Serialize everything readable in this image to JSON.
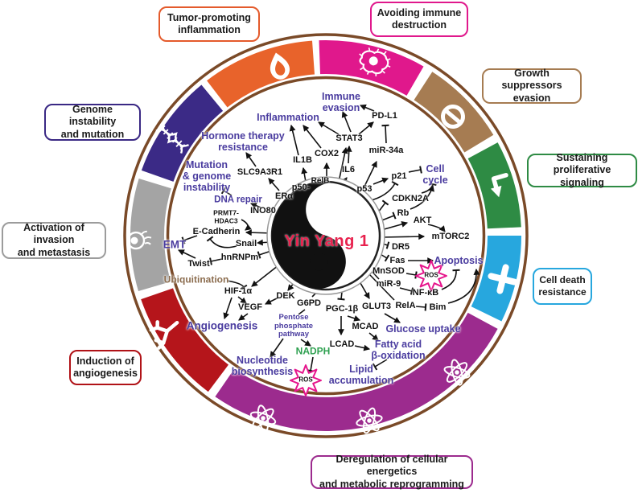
{
  "center": {
    "label": "Yin Yang 1",
    "color": "#E8224E"
  },
  "ros": {
    "label": "ROS",
    "color": "#E6158C"
  },
  "ring": {
    "outline_color": "#7A4A28",
    "segments": [
      {
        "id": "avoiding-immune-destruction",
        "color": "#E0188C",
        "start": -2,
        "end": 30,
        "icon": "amoeba-cell"
      },
      {
        "id": "growth-suppressors-evasion",
        "color": "#A67C52",
        "start": 33,
        "end": 59,
        "icon": "prohibition"
      },
      {
        "id": "sustaining-proliferative",
        "color": "#2E8B44",
        "start": 61.5,
        "end": 87.5,
        "icon": "bent-arrow"
      },
      {
        "id": "cell-death-resistance",
        "color": "#27A7DE",
        "start": 90,
        "end": 116,
        "icon": "cross"
      },
      {
        "id": "deregulation-energetics",
        "color": "#9C2B8E",
        "start": 118.5,
        "end": 214.5,
        "icon": "atoms"
      },
      {
        "id": "induction-angiogenesis",
        "color": "#B5151B",
        "start": 217,
        "end": 251,
        "icon": "vessel"
      },
      {
        "id": "activation-invasion",
        "color": "#A4A4A4",
        "start": 253.5,
        "end": 287,
        "icon": "migrating-cell"
      },
      {
        "id": "genome-instability",
        "color": "#3B2A86",
        "start": 289.5,
        "end": 320.5,
        "icon": "dna-helix"
      },
      {
        "id": "tumor-promoting-inflammation",
        "color": "#E8632B",
        "start": 322.5,
        "end": 356,
        "icon": "flame"
      }
    ]
  },
  "hallmarks": [
    {
      "id": "tumor-promoting-inflammation",
      "label": "Tumor-promoting\ninflammation",
      "color": "#E45A2B"
    },
    {
      "id": "avoiding-immune-destruction",
      "label": "Avoiding immune\ndestruction",
      "color": "#E0188C"
    },
    {
      "id": "growth-suppressors-evasion",
      "label": "Growth suppressors\nevasion",
      "color": "#A67C52"
    },
    {
      "id": "sustaining-proliferative",
      "label": "Sustaining\nproliferative signaling",
      "color": "#2E8B44"
    },
    {
      "id": "cell-death-resistance",
      "label": "Cell death\nresistance",
      "color": "#27A7DE"
    },
    {
      "id": "deregulation-energetics",
      "label": "Deregulation of cellular energetics\nand metabolic reprogramming",
      "color": "#9C2B8E"
    },
    {
      "id": "induction-angiogenesis",
      "label": "Induction of\nangiogenesis",
      "color": "#B01217"
    },
    {
      "id": "activation-invasion",
      "label": "Activation of invasion\nand metastasis",
      "color": "#9C9C9C"
    },
    {
      "id": "genome-instability",
      "label": "Genome instability\nand mutation",
      "color": "#3A2884"
    }
  ],
  "processes": {
    "immune_evasion": "Immune\nevasion",
    "inflammation": "Inflammation",
    "hormone_therapy": "Hormone therapy\nresistance",
    "mutation_genome": "Mutation\n& genome\ninstability",
    "dna_repair": "DNA repair",
    "emt": "EMT",
    "ubiquitination": "Ubiquitination",
    "angiogenesis": "Angiogenesis",
    "pentose": "Pentose\nphosphate\npathway",
    "nucleotide": "Nucleotide\nbiosynthesis",
    "nadph": "NADPH",
    "cell_cycle": "Cell\ncycle",
    "apoptosis": "Apoptosis",
    "glucose_uptake": "Glucose uptake",
    "fatty_acid": "Fatty acid\nβ-oxidation",
    "lipid_accumulation": "Lipid\naccumulation"
  },
  "genes": {
    "slc9a3r1": "SLC9A3R1",
    "il1b": "IL1B",
    "cox2": "COX2",
    "stat3": "STAT3",
    "pdl1": "PD-L1",
    "mir34a": "miR-34a",
    "il6": "IL6",
    "relb": "RelB",
    "p50": "p50-",
    "era": "ERα",
    "ino80": "INO80",
    "prmt7_hdac3": "PRMT7-\nHDAC3",
    "ecadherin": "E-Cadherin",
    "snail": "Snail",
    "hnrnpm": "hnRNPm",
    "twist": "Twist",
    "hif1a": "HIF-1α",
    "vegf": "VEGF",
    "dek": "DEK",
    "g6pd": "G6PD",
    "pgc1b": "PGC-1β",
    "glut3": "GLUT3",
    "mcad": "MCAD",
    "lcad": "LCAD",
    "rela": "RelA",
    "bim": "Bim",
    "nfkb": "NF-κB",
    "mir9": "miR-9",
    "mnsod": "MnSOD",
    "fas": "Fas",
    "dr5": "DR5",
    "mtorc2": "mTORC2",
    "akt": "AKT",
    "rb": "Rb",
    "cdkn2a": "CDKN2A",
    "p21": "p21",
    "p53": "p53"
  }
}
